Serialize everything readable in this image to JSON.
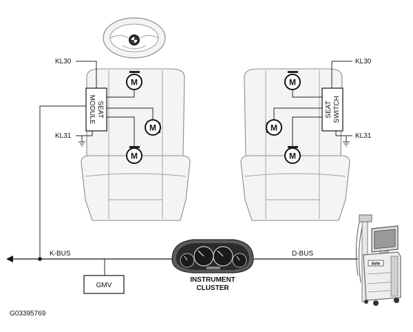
{
  "labels": {
    "kl30_left": "KL30",
    "kl31_left": "KL31",
    "kl30_right": "KL30",
    "kl31_right": "KL31",
    "seat_module_line1": "SEAT",
    "seat_module_line2": "MODULE",
    "seat_switch_line1": "SEAT",
    "seat_switch_line2": "SWITCH",
    "motor": "M",
    "kbus": "K-BUS",
    "dbus": "D-BUS",
    "gmv": "GMV",
    "cluster_line1": "INSTRUMENT",
    "cluster_line2": "CLUSTER",
    "tester_screen_label": "BMW",
    "figure_id": "G03395769"
  }
}
